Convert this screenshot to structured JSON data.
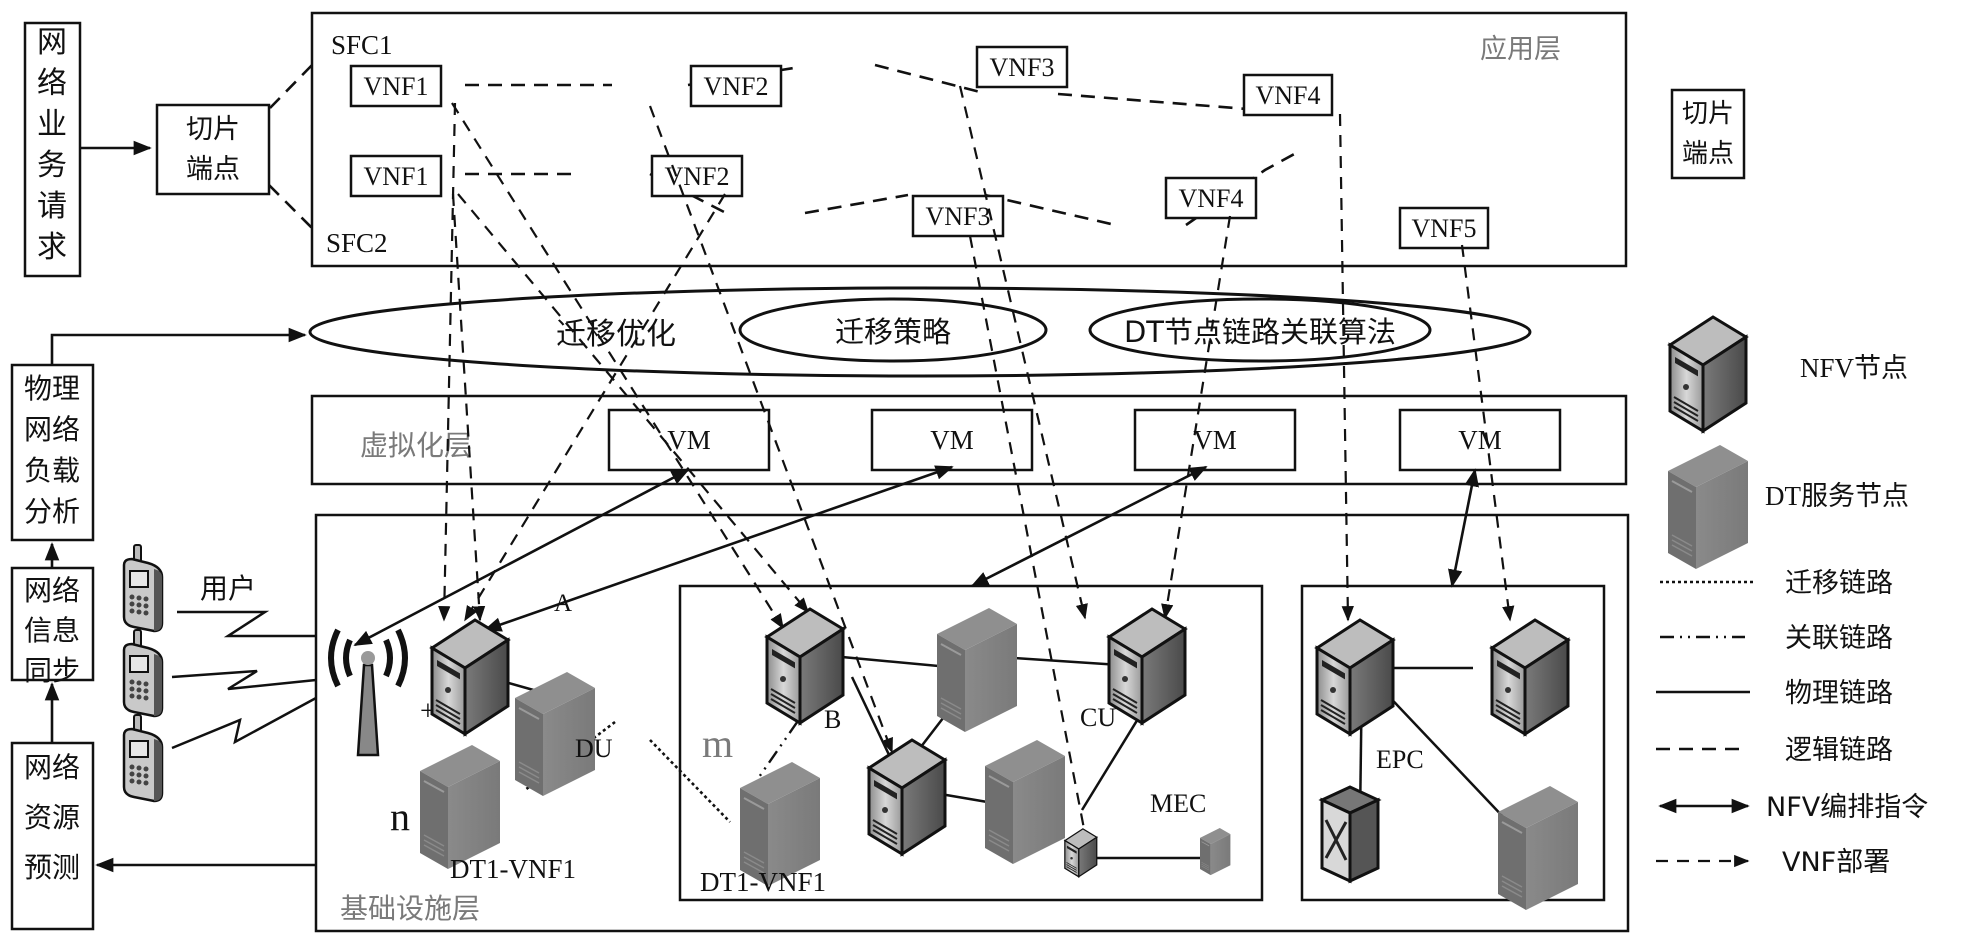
{
  "left_column": {
    "request_box": "网络业务请求",
    "load_analysis_box": "物理网络负载分析",
    "info_sync_box": "网络信息同步",
    "resource_predict_box": "网络资源预测"
  },
  "slice_endpoint_left": {
    "line1": "切片",
    "line2": "端点"
  },
  "slice_endpoint_right": {
    "line1": "切片",
    "line2": "端点"
  },
  "application_layer": {
    "label": "应用层",
    "sfc1_label": "SFC1",
    "sfc2_label": "SFC2",
    "sfc1_vnfs": [
      "VNF1",
      "VNF2",
      "VNF3",
      "VNF4"
    ],
    "sfc2_vnfs": [
      "VNF1",
      "VNF2",
      "VNF3",
      "VNF4",
      "VNF5"
    ]
  },
  "algorithm_band": {
    "outer_label": "迁移优化",
    "inner_labels": [
      "迁移策略",
      "DT节点链路关联算法"
    ]
  },
  "virtualization_layer": {
    "label": "虚拟化层",
    "vms": [
      "VM",
      "VM",
      "VM",
      "VM"
    ]
  },
  "infrastructure_layer": {
    "label": "基础设施层",
    "users_label": "用户",
    "plus": "+",
    "node_labels": {
      "A": "A",
      "B": "B",
      "DU": "DU",
      "CU": "CU",
      "MEC": "MEC",
      "EPC": "EPC",
      "n": "n",
      "m": "m",
      "dt_left": "DT1-VNF1",
      "dt_mid": "DT1-VNF1"
    }
  },
  "legend": {
    "nfv_node": "NFV节点",
    "dt_node": "DT服务节点",
    "items": [
      {
        "style": "migration",
        "label": "迁移链路"
      },
      {
        "style": "association",
        "label": "关联链路"
      },
      {
        "style": "physical",
        "label": "物理链路"
      },
      {
        "style": "logical",
        "label": "逻辑链路"
      },
      {
        "style": "nfv-orchestration",
        "label": "NFV编排指令"
      },
      {
        "style": "vnf-deploy",
        "label": "VNF部署"
      }
    ]
  }
}
